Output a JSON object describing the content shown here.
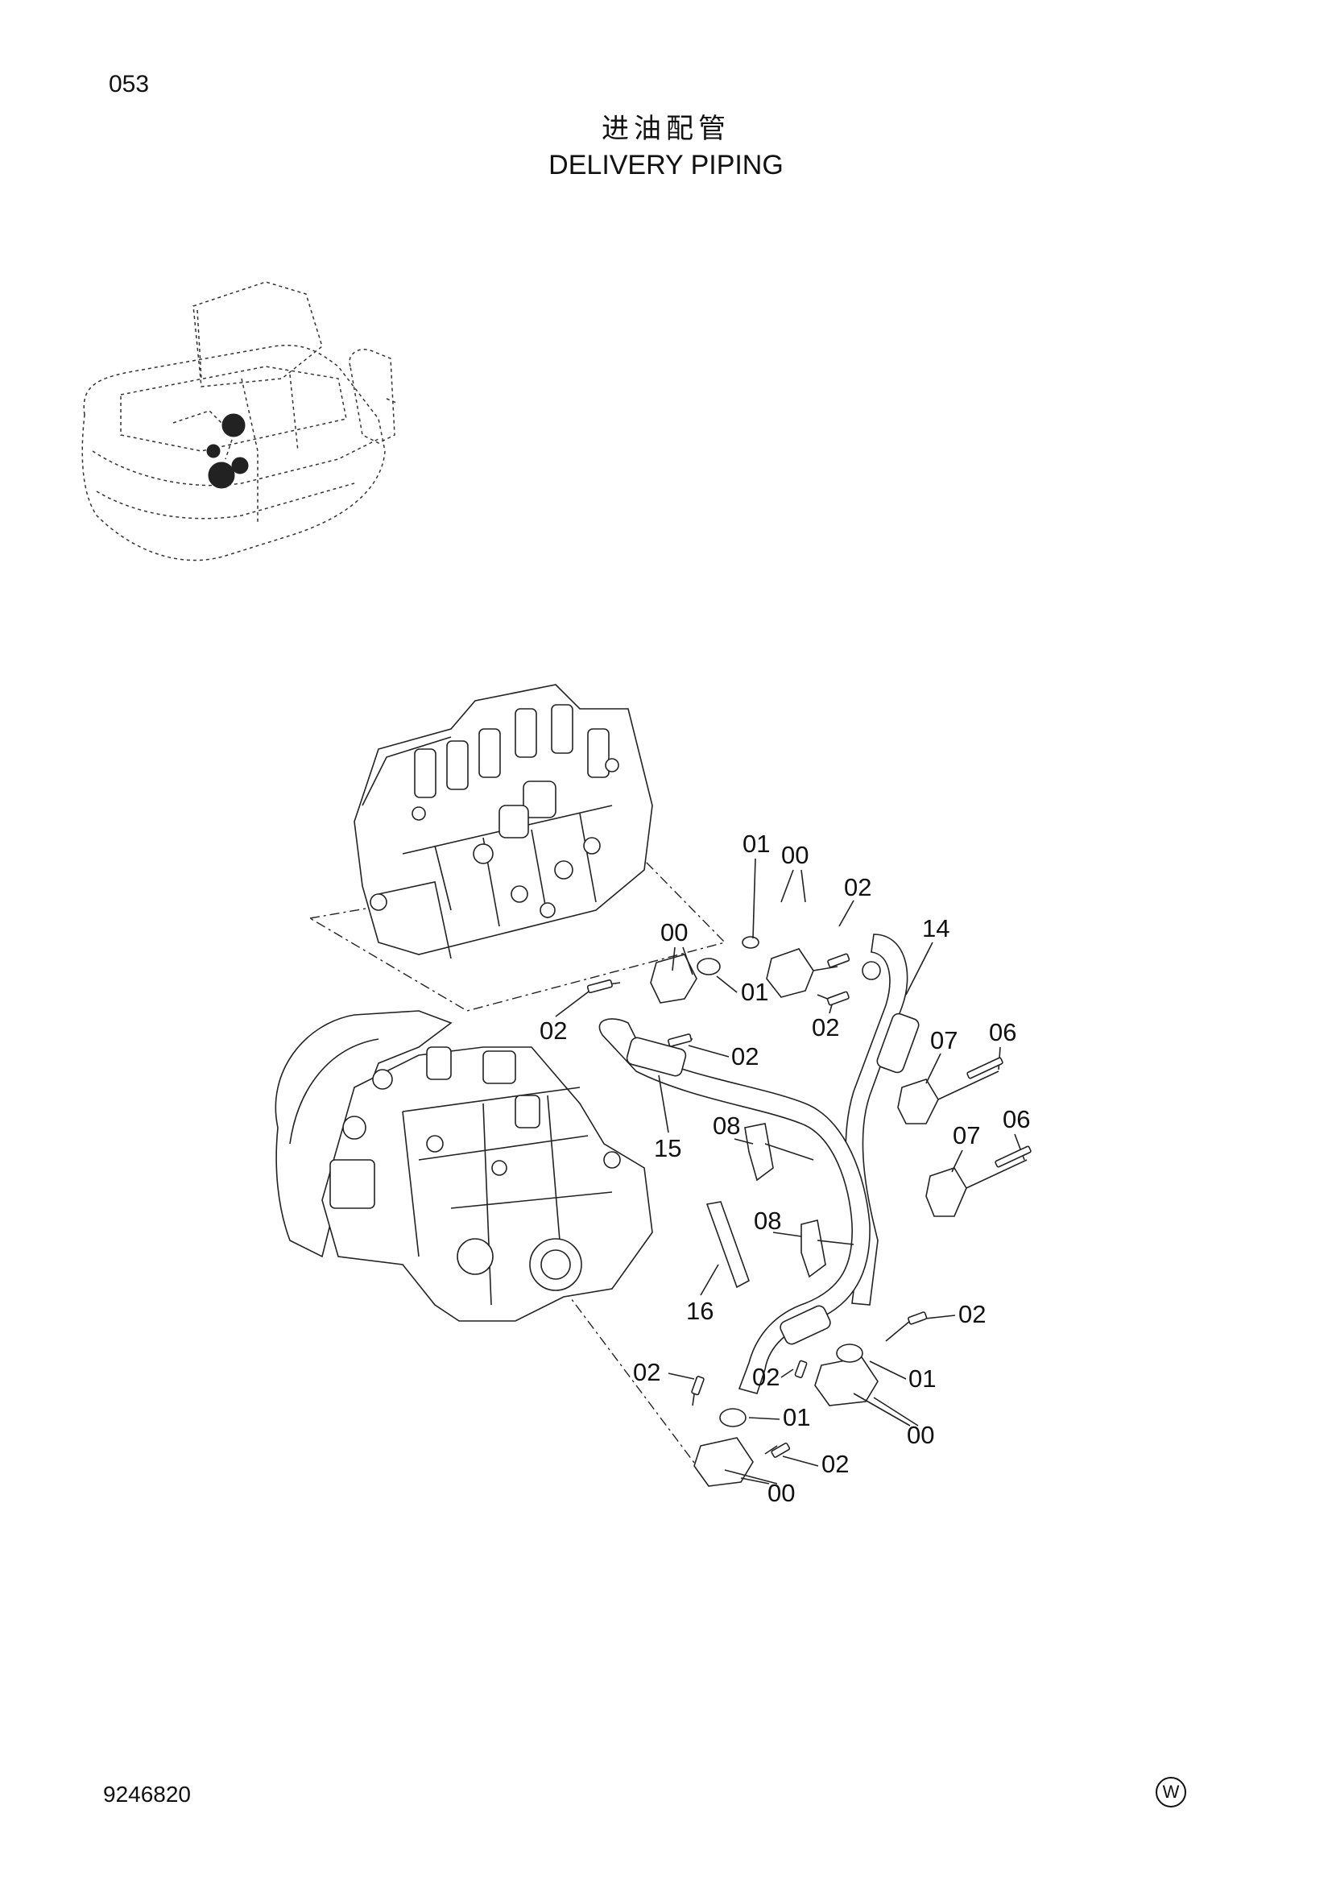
{
  "header": {
    "page_number": "053",
    "title_cn": "进油配管",
    "title_en": "DELIVERY PIPING"
  },
  "footer": {
    "doc_number": "9246820",
    "mark": "W"
  },
  "callouts": [
    "01",
    "00",
    "02",
    "14",
    "00",
    "01",
    "02",
    "02",
    "02",
    "07",
    "06",
    "15",
    "08",
    "07",
    "06",
    "08",
    "16",
    "02",
    "02",
    "02",
    "01",
    "01",
    "00",
    "02",
    "00"
  ]
}
